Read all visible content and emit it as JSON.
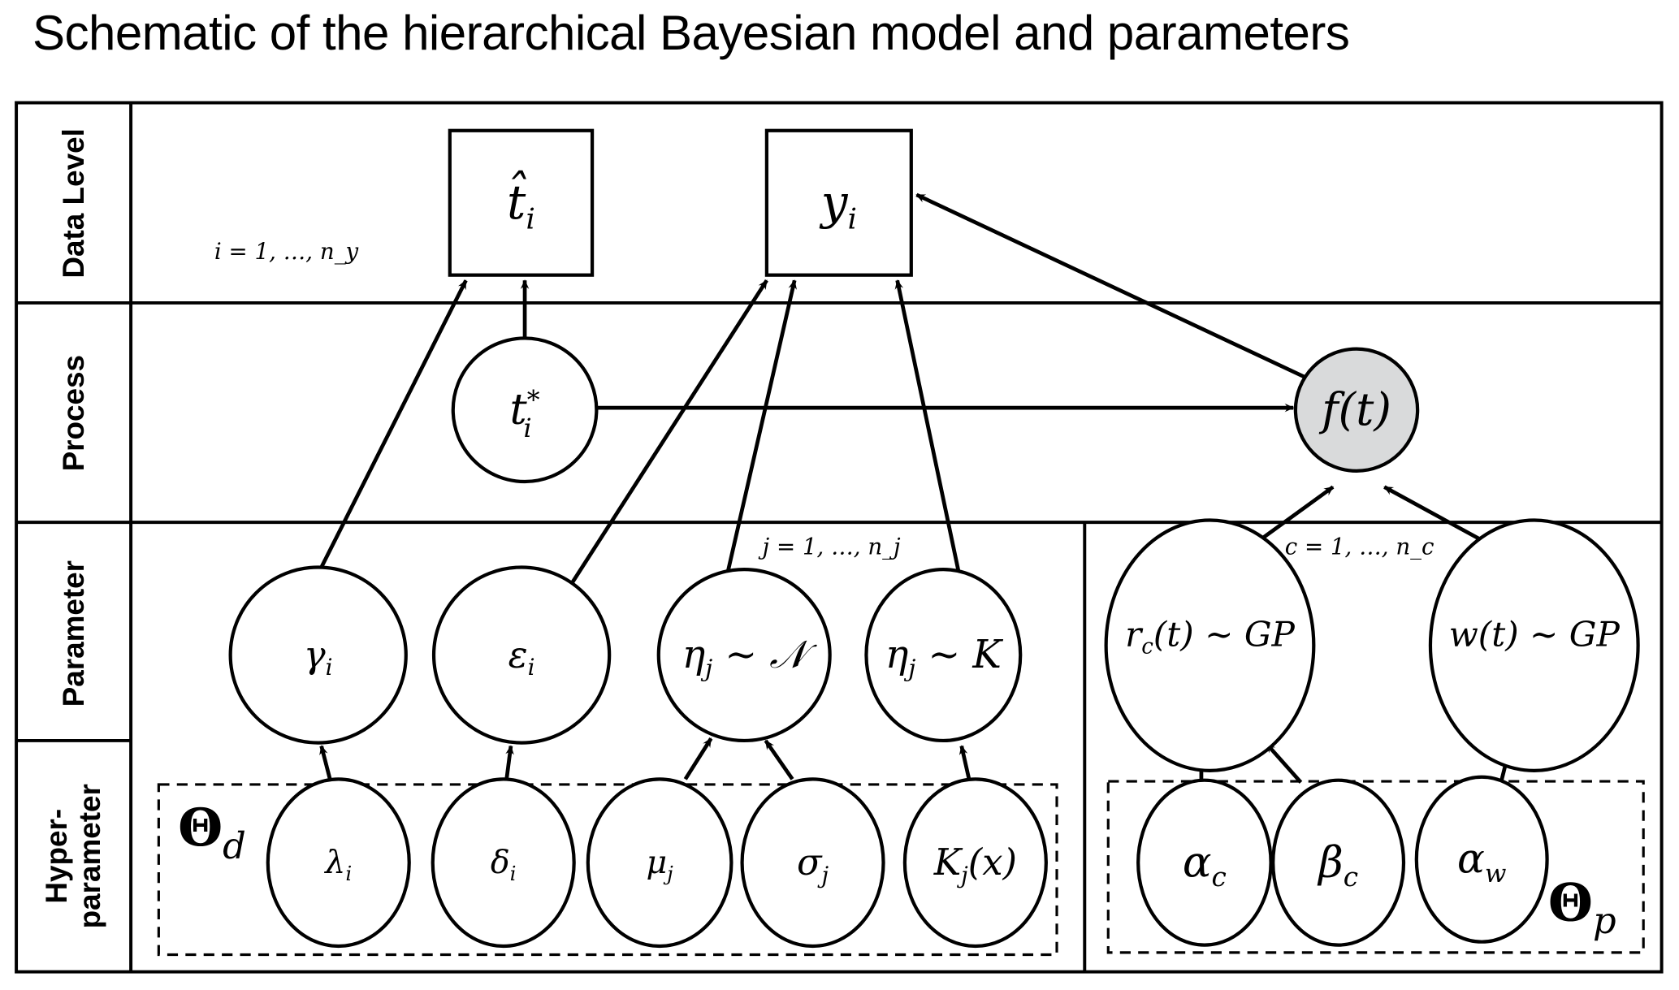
{
  "title": "Schematic of the hierarchical Bayesian model and parameters",
  "rows": [
    {
      "id": "data",
      "label": "Data Level"
    },
    {
      "id": "process",
      "label": "Process"
    },
    {
      "id": "parameter",
      "label": "Parameter"
    },
    {
      "id": "hyper",
      "label_line1": "Hyper-",
      "label_line2": "parameter"
    }
  ],
  "plates": {
    "i": "i = 1, …, n_y",
    "j": "j = 1, …, n_j",
    "c": "c = 1, …, n_c"
  },
  "hyper_groups": {
    "theta_d": {
      "symbol": "Θ",
      "sub": "d"
    },
    "theta_p": {
      "symbol": "Θ",
      "sub": "p"
    }
  },
  "nodes": {
    "t_hat": {
      "label": "t̂",
      "sub": "i",
      "kind": "observed"
    },
    "y": {
      "label": "y",
      "sub": "i",
      "kind": "observed"
    },
    "t_star": {
      "label": "t",
      "sub": "i",
      "sup": "*",
      "kind": "latent"
    },
    "f": {
      "label": "f(t)",
      "kind": "shaded"
    },
    "gamma": {
      "label": "γ",
      "sub": "i"
    },
    "epsilon": {
      "label": "ε",
      "sub": "i"
    },
    "eta_n": {
      "label": "η",
      "sub": "j",
      "rest": " ∼ 𝒩"
    },
    "eta_k": {
      "label": "η",
      "sub": "j",
      "rest": " ∼ K"
    },
    "r_c": {
      "label": "r",
      "sub": "c",
      "rest": "(t) ∼ GP"
    },
    "w": {
      "label": "w(t) ∼ GP"
    },
    "lambda": {
      "label": "λ",
      "sub": "i"
    },
    "delta": {
      "label": "δ",
      "sub": "i"
    },
    "mu": {
      "label": "μ",
      "sub": "j"
    },
    "sigma": {
      "label": "σ",
      "sub": "j"
    },
    "kernel": {
      "label": "K",
      "sub": "j",
      "rest": "(x)"
    },
    "alpha_c": {
      "label": "α",
      "sub": "c"
    },
    "beta_c": {
      "label": "β",
      "sub": "c"
    },
    "alpha_w": {
      "label": "α",
      "sub": "w"
    }
  },
  "edges": [
    {
      "from": "gamma",
      "to": "t_hat"
    },
    {
      "from": "t_star",
      "to": "t_hat"
    },
    {
      "from": "epsilon",
      "to": "y"
    },
    {
      "from": "eta_n",
      "to": "y"
    },
    {
      "from": "eta_k",
      "to": "y"
    },
    {
      "from": "f",
      "to": "y"
    },
    {
      "from": "t_star",
      "to": "f"
    },
    {
      "from": "r_c",
      "to": "f"
    },
    {
      "from": "w",
      "to": "f"
    },
    {
      "from": "lambda",
      "to": "gamma"
    },
    {
      "from": "delta",
      "to": "epsilon"
    },
    {
      "from": "mu",
      "to": "eta_n"
    },
    {
      "from": "sigma",
      "to": "eta_n"
    },
    {
      "from": "kernel",
      "to": "eta_k"
    },
    {
      "from": "alpha_c",
      "to": "r_c"
    },
    {
      "from": "beta_c",
      "to": "r_c"
    },
    {
      "from": "alpha_w",
      "to": "w"
    }
  ],
  "colors": {
    "shaded_node": "#d9dadb",
    "stroke": "#000000"
  }
}
